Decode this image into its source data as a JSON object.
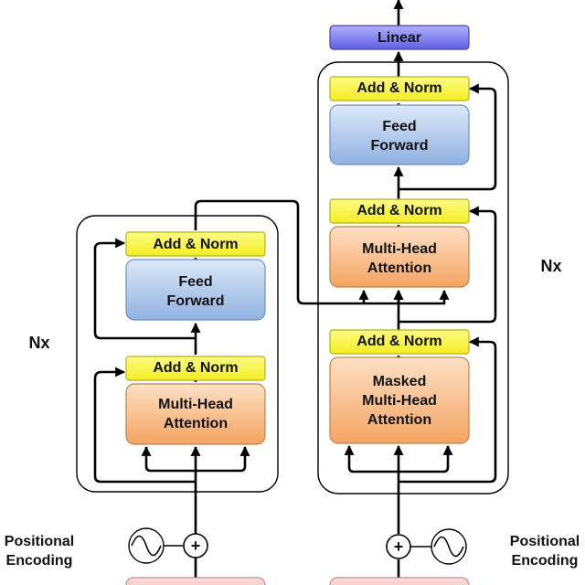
{
  "encoder": {
    "nx_label": "Nx",
    "add_norm_top": "Add & Norm",
    "feed_forward": [
      "Feed",
      "Forward"
    ],
    "add_norm_bottom": "Add & Norm",
    "attention": [
      "Multi-Head",
      "Attention"
    ],
    "positional_encoding": [
      "Positional",
      "Encoding"
    ],
    "plus_symbol": "+"
  },
  "decoder": {
    "nx_label": "Nx",
    "linear": "Linear",
    "add_norm_top": "Add & Norm",
    "feed_forward": [
      "Feed",
      "Forward"
    ],
    "add_norm_middle": "Add & Norm",
    "cross_attention": [
      "Multi-Head",
      "Attention"
    ],
    "add_norm_bottom": "Add & Norm",
    "masked_attention": [
      "Masked",
      "Multi-Head",
      "Attention"
    ],
    "positional_encoding": [
      "Positional",
      "Encoding"
    ],
    "plus_symbol": "+"
  },
  "colors": {
    "add_norm_fill": "#f8f43a",
    "feed_forward_fill": "#b9d0ee",
    "attention_fill": "#f8c08f",
    "linear_fill": "#8282ef",
    "embedding_fill": "#f6c9c9"
  }
}
